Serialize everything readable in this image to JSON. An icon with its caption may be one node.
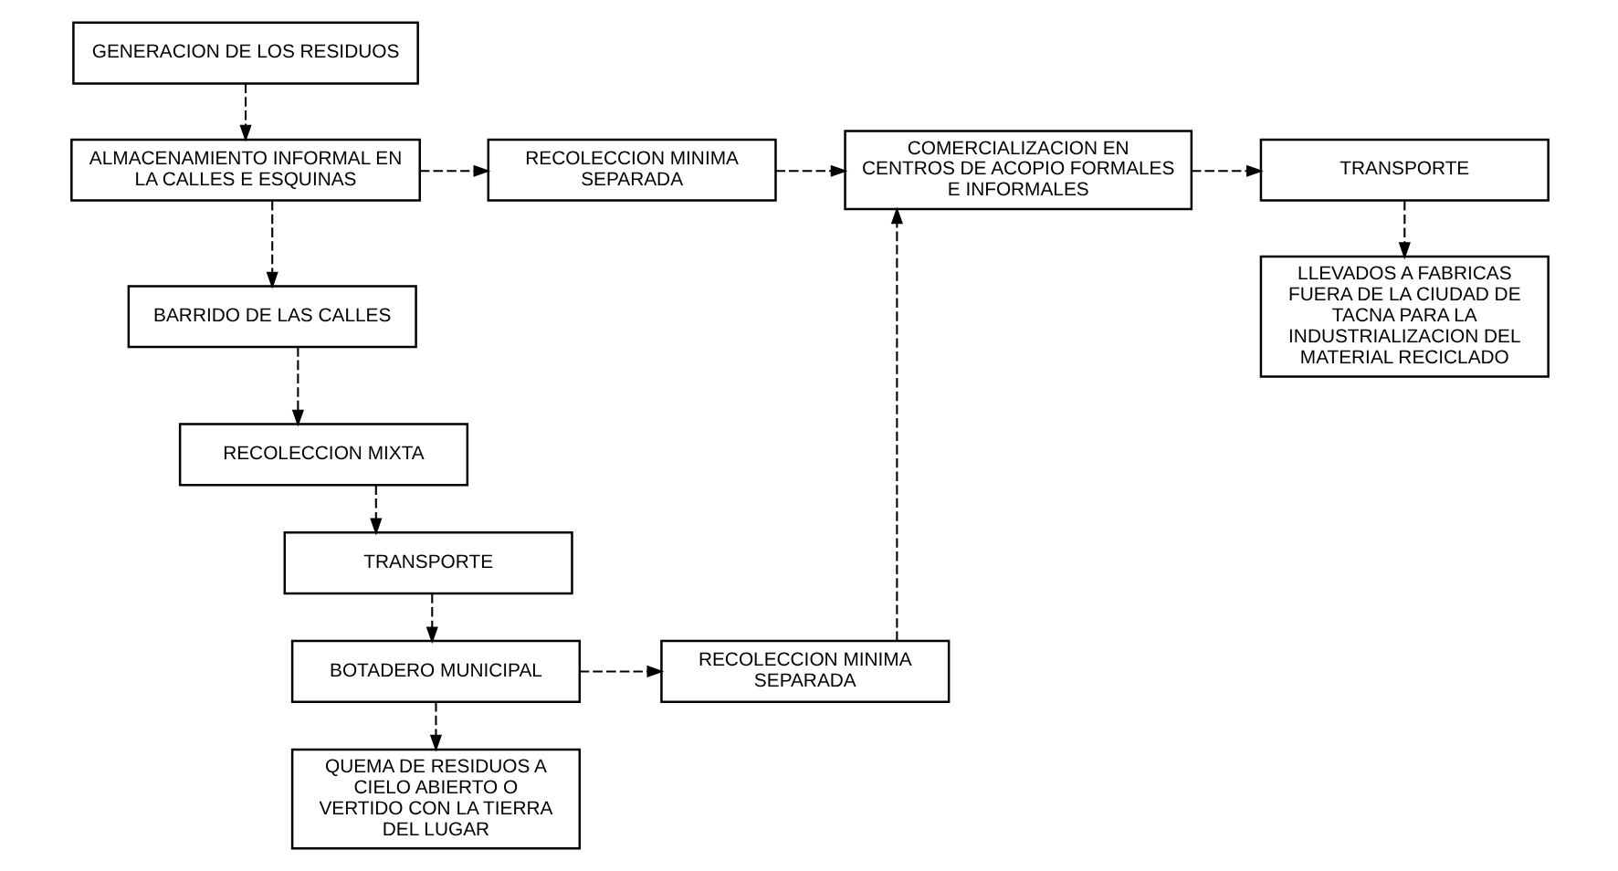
{
  "diagram": {
    "nodes": [
      {
        "text": [
          "GENERACION DE LOS RESIDUOS"
        ]
      },
      {
        "text": [
          "ALMACENAMIENTO INFORMAL EN LA CALLES E ESQUINAS"
        ]
      },
      {
        "text": [
          "RECOLECCION MINIMA SEPARADA"
        ]
      },
      {
        "text": [
          "COMERCIALIZACION EN CENTROS DE ACOPIO FORMALES E INFORMALES"
        ]
      },
      {
        "text": [
          "TRANSPORTE"
        ]
      },
      {
        "text": [
          "LLEVADOS A FABRICAS FUERA DE LA CIUDAD DE TACNA PARA LA INDUSTRIALIZACION DEL MATERIAL RECICLADO"
        ]
      },
      {
        "text": [
          "BARRIDO DE LAS CALLES"
        ]
      },
      {
        "text": [
          "RECOLECCION MIXTA"
        ]
      },
      {
        "text": [
          "TRANSPORTE"
        ]
      },
      {
        "text": [
          "BOTADERO MUNICIPAL"
        ]
      },
      {
        "text": [
          "RECOLECCION MINIMA SEPARADA"
        ]
      },
      {
        "text": [
          "QUEMA DE RESIDUOS A CIELO ABIERTO O VERTIDO CON LA TIERRA DEL LUGAR"
        ]
      }
    ],
    "edges": [
      {
        "from": 0,
        "to": 1,
        "arrow": "to",
        "style": "dashed"
      },
      {
        "from": 1,
        "to": 2,
        "arrow": "to",
        "style": "dashed"
      },
      {
        "from": 2,
        "to": 3,
        "arrow": "to",
        "style": "dashed"
      },
      {
        "from": 3,
        "to": 4,
        "arrow": "to",
        "style": "dashed"
      },
      {
        "from": 4,
        "to": 5,
        "arrow": "to",
        "style": "dashed"
      },
      {
        "from": 1,
        "to": 6,
        "arrow": "to",
        "style": "dashed"
      },
      {
        "from": 6,
        "to": 7,
        "arrow": "to",
        "style": "dashed"
      },
      {
        "from": 7,
        "to": 8,
        "arrow": "to",
        "style": "dashed"
      },
      {
        "from": 8,
        "to": 9,
        "arrow": "to",
        "style": "dashed"
      },
      {
        "from": 9,
        "to": 10,
        "arrow": "to",
        "style": "dashed"
      },
      {
        "from": 10,
        "to": 3,
        "arrow": "to",
        "style": "dashed"
      },
      {
        "from": 9,
        "to": 11,
        "arrow": "to",
        "style": "dashed"
      }
    ]
  }
}
